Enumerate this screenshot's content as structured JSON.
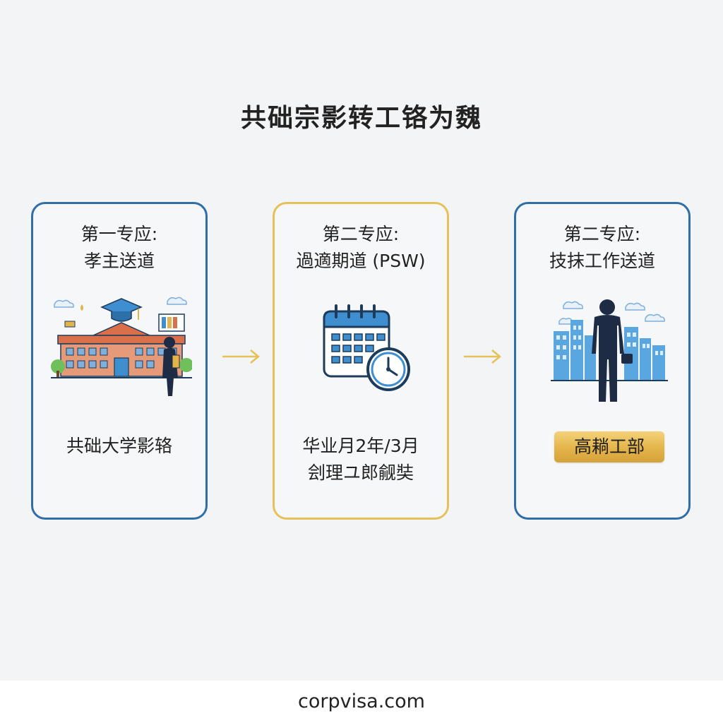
{
  "title": "共础宗影转工铬为魏",
  "steps": [
    {
      "heading_line1": "第一专应:",
      "heading_line2": "孝主送道",
      "icon": "university-icon",
      "caption_line1": "共础大学影辂"
    },
    {
      "heading_line1": "第二专应:",
      "heading_line2": "過適期道 (PSW)",
      "icon": "calendar-clock-icon",
      "caption_line1": "华业月2年/3月",
      "caption_line2": "刽理ユ郎觎奘"
    },
    {
      "heading_line1": "第二专应:",
      "heading_line2": "技抹工作送道",
      "icon": "businessman-icon",
      "badge": "高耥工部"
    }
  ],
  "colors": {
    "blue_border": "#2f6ea6",
    "gold_border": "#e6c15a",
    "arrow": "#e6c15a",
    "badge": "#e3b449"
  },
  "footer": "corpvisa.com"
}
